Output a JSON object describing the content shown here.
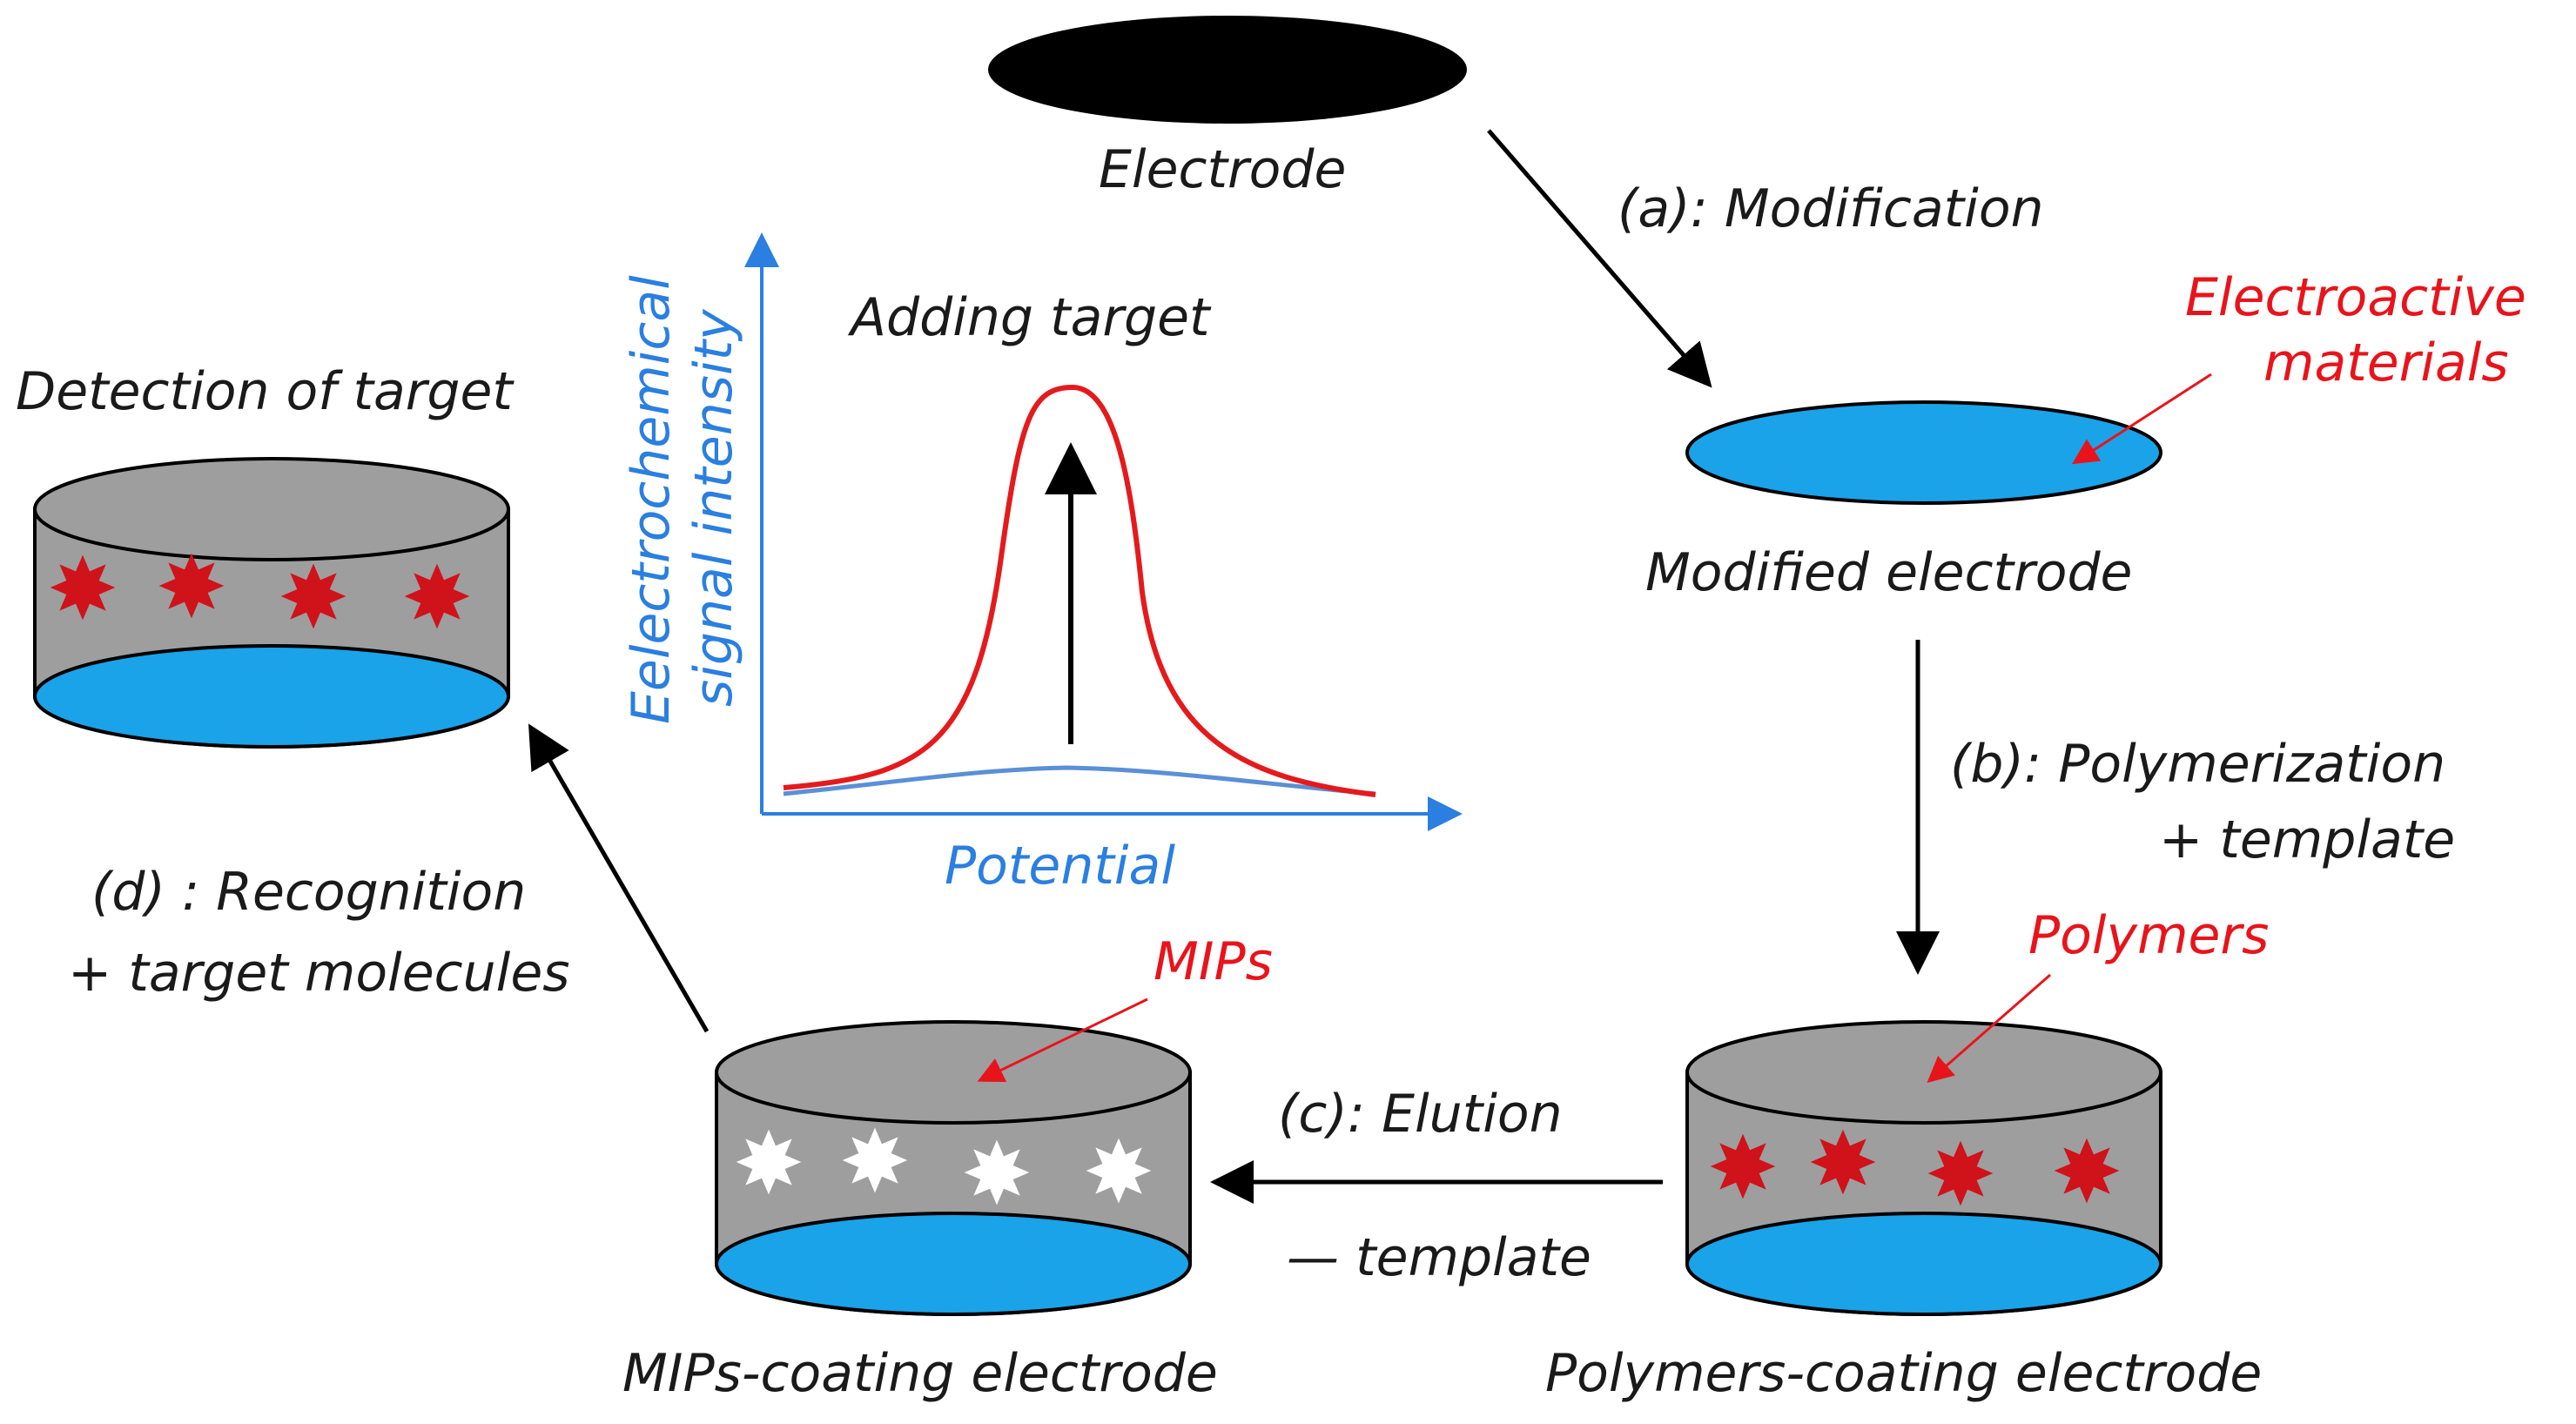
{
  "labels": {
    "electrode": "Electrode",
    "step_a": "(a): Modification",
    "electroactive_line1": "Electroactive",
    "electroactive_line2": "materials",
    "modified_electrode": "Modified electrode",
    "step_b_line1": "(b): Polymerization",
    "step_b_line2": "+ template",
    "polymers": "Polymers",
    "polymers_coating_electrode": "Polymers-coating electrode",
    "step_c_line1": "(c): Elution",
    "step_c_line2": "— template",
    "mips": "MIPs",
    "mips_coating_electrode": "MIPs-coating electrode",
    "step_d_line1": "(d) : Recognition",
    "step_d_line2": "+ target molecules",
    "detection_of_target": "Detection of target",
    "adding_target": "Adding target",
    "y_axis_line1": "Eelectrochemical",
    "y_axis_line2": "signal intensity",
    "x_axis": "Potential"
  },
  "colors": {
    "electrode_black": "#000000",
    "electrode_surface_blue": "#1aa3e8",
    "polymer_gray": "#9e9e9e",
    "template_red": "#d0121a",
    "cavity_white": "#ffffff",
    "annotation_red": "#e8141b",
    "axis_blue": "#2a7fe0",
    "signal_red": "#e41a1c",
    "baseline_blue": "#5b8fd6"
  }
}
